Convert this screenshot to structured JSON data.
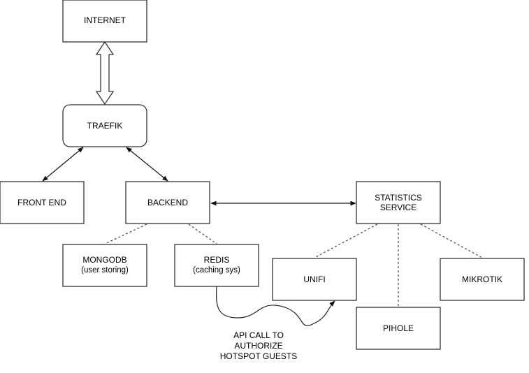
{
  "nodes": {
    "internet": {
      "label": "INTERNET"
    },
    "traefik": {
      "label": "TRAEFIK"
    },
    "front_end": {
      "label": "FRONT END"
    },
    "backend": {
      "label": "BACKEND"
    },
    "statistics": {
      "label_line1": "STATISTICS",
      "label_line2": "SERVICE"
    },
    "mongodb": {
      "label": "MONGODB",
      "sublabel": "(user storing)"
    },
    "redis": {
      "label": "REDIS",
      "sublabel": "(caching sys)"
    },
    "unifi": {
      "label": "UNIFI"
    },
    "mikrotik": {
      "label": "MIKROTIK"
    },
    "pihole": {
      "label": "PIHOLE"
    }
  },
  "edges": {
    "redis_to_unifi": {
      "label_line1": "API CALL TO",
      "label_line2": "AUTHORIZE",
      "label_line3": "HOTSPOT GUESTS"
    }
  },
  "colors": {
    "stroke": "#333333",
    "fill": "#ffffff",
    "text": "#000000"
  }
}
